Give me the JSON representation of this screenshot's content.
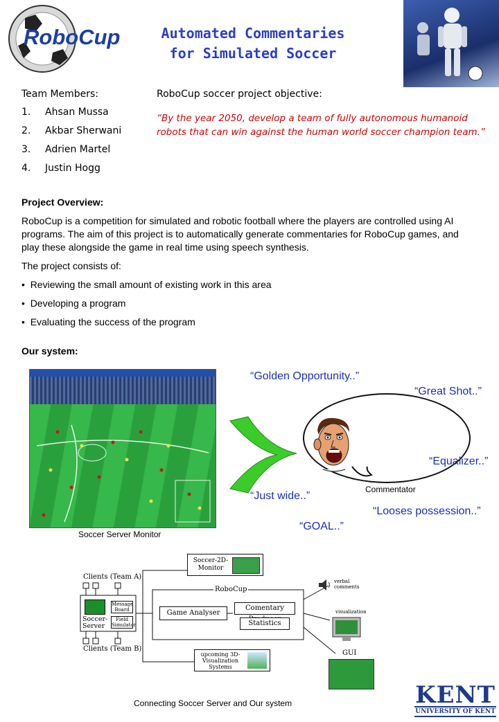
{
  "header": {
    "logo_text": "RoboCup",
    "title_line1": "Automated Commentaries",
    "title_line2": "for Simulated Soccer"
  },
  "team": {
    "heading": "Team Members:",
    "members": [
      {
        "num": "1.",
        "name": "Ahsan Mussa"
      },
      {
        "num": "2.",
        "name": "Akbar Sherwani"
      },
      {
        "num": "3.",
        "name": "Adrien Martel"
      },
      {
        "num": "4.",
        "name": "Justin Hogg"
      }
    ]
  },
  "objective": {
    "heading": "RoboCup soccer project objective:",
    "quote": "“By the year 2050, develop a team of fully autonomous humanoid robots that can win against the human world soccer champion team.”"
  },
  "overview": {
    "heading": "Project Overview:",
    "paragraph": "RoboCup is a competition for simulated and robotic football where the players are controlled using AI programs. The aim of this project is to automatically generate commentaries for RoboCup games, and play these alongside the game in real time using speech synthesis.",
    "consists": "The project consists of:",
    "bullets": [
      "Reviewing the small amount of existing work in this area",
      "Developing a program",
      "Evaluating the success of the program"
    ]
  },
  "system": {
    "heading": "Our system:",
    "monitor_caption": "Soccer Server Monitor",
    "commentator_label": "Commentator",
    "quotes": {
      "golden": "“Golden Opportunity..”",
      "great": "“Great Shot..”",
      "equalizer": "“Equalizer..”",
      "wide": "“Just wide..”",
      "looses": "“Looses possession..”",
      "goal": "“GOAL..”"
    }
  },
  "diagram": {
    "clients_a": "Clients (Team A)",
    "clients_b": "Clients (Team B)",
    "soccer_server": "Soccer-Server",
    "message_board": "Message Board",
    "field_simulator": "Field Simulator",
    "monitor_2d": "Soccer-2D-Monitor",
    "robocup": "RoboCup",
    "game_analyser": "Game Analyser",
    "commentary_producer": "Comentary Producer",
    "statistics": "Statistics",
    "upcoming_3d": "upcoming 3D-Visualization Systems",
    "verbal": "verbal comments",
    "visualization": "visualization",
    "gui": "GUI",
    "caption": "Connecting Soccer Server and Our system"
  },
  "footer": {
    "kent": "KENT",
    "university": "UNIVERSITY OF KENT"
  }
}
